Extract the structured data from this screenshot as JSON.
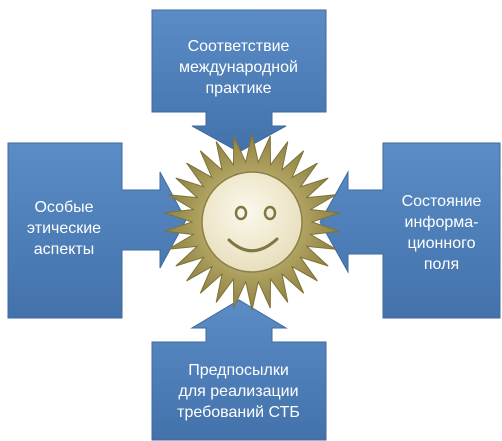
{
  "diagram": {
    "top": "Соответствие\nмеждународной\nпрактике",
    "left": "Особые\nэтические\nаспекты",
    "right": "Состояние\nинформа-\nционного\nполя",
    "bottom": "Предпосылки\nдля реализации\nтребований СТБ",
    "center_icon": "smiley-sun-icon",
    "colors": {
      "box_fill": "#4f81bd",
      "box_text": "#ffffff",
      "sun_fill": "#a89a58",
      "sun_center": "#f3edd6",
      "face_stroke": "#7f7640"
    }
  }
}
